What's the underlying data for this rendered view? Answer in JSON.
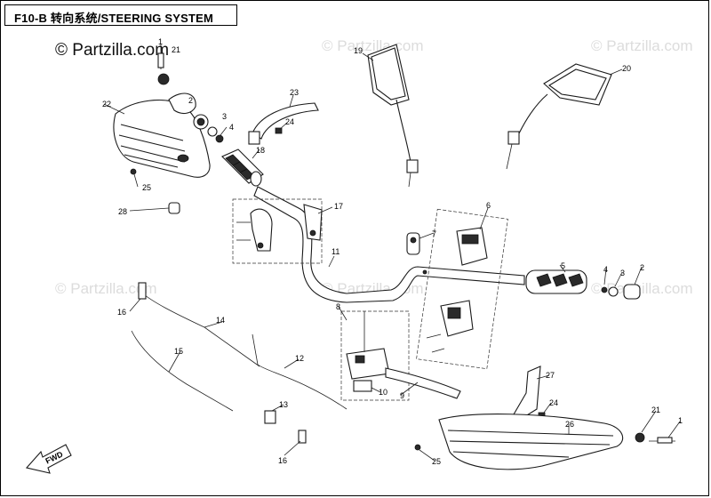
{
  "header": {
    "title": "F10-B 转向系统/STEERING SYSTEM"
  },
  "copyright": "© Partzilla.com",
  "watermark": "© Partzilla.com",
  "arrow_label": "FWD",
  "callouts": [
    "1",
    "21",
    "2",
    "3",
    "4",
    "22",
    "23",
    "24",
    "18",
    "25",
    "19",
    "20",
    "28",
    "17",
    "6",
    "7",
    "11",
    "5",
    "4",
    "3",
    "2",
    "16",
    "14",
    "15",
    "8",
    "12",
    "13",
    "10",
    "9",
    "27",
    "24",
    "26",
    "21",
    "1",
    "16",
    "25"
  ],
  "colors": {
    "line": "#222222",
    "watermark": "#dcdcdc",
    "border": "#000000"
  }
}
